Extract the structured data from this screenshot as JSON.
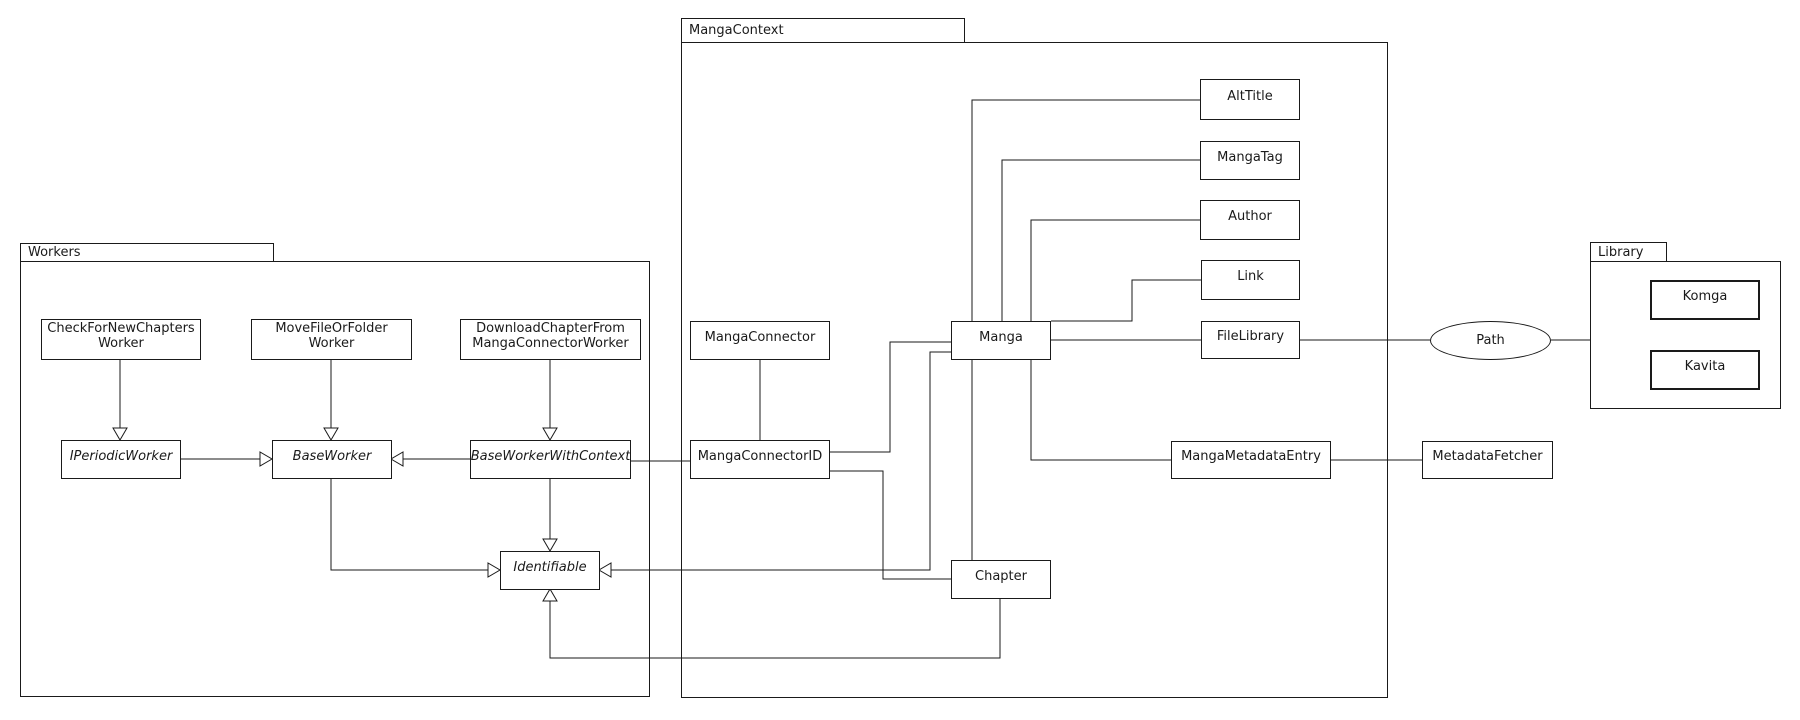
{
  "packages": {
    "workers": {
      "label": "Workers"
    },
    "mangaContext": {
      "label": "MangaContext"
    },
    "library": {
      "label": "Library"
    }
  },
  "nodes": {
    "checkForNewChaptersWorker": {
      "lines": [
        "CheckForNewChapters",
        "Worker"
      ]
    },
    "moveFileOrFolderWorker": {
      "lines": [
        "MoveFileOrFolder",
        "Worker"
      ]
    },
    "downloadChapterFromMangaConnectorWorker": {
      "lines": [
        "DownloadChapterFrom",
        "MangaConnectorWorker"
      ]
    },
    "iPeriodicWorker": {
      "label": "IPeriodicWorker",
      "abstract": true
    },
    "baseWorker": {
      "label": "BaseWorker",
      "abstract": true
    },
    "baseWorkerWithContext": {
      "label": "BaseWorkerWithContext",
      "abstract": true
    },
    "identifiable": {
      "label": "Identifiable",
      "abstract": true
    },
    "mangaConnector": {
      "label": "MangaConnector"
    },
    "mangaConnectorID": {
      "label": "MangaConnectorID"
    },
    "manga": {
      "label": "Manga"
    },
    "chapter": {
      "label": "Chapter"
    },
    "altTitle": {
      "label": "AltTitle"
    },
    "mangaTag": {
      "label": "MangaTag"
    },
    "author": {
      "label": "Author"
    },
    "link": {
      "label": "Link"
    },
    "fileLibrary": {
      "label": "FileLibrary"
    },
    "mangaMetadataEntry": {
      "label": "MangaMetadataEntry"
    },
    "metadataFetcher": {
      "label": "MetadataFetcher"
    },
    "path": {
      "label": "Path"
    },
    "komga": {
      "label": "Komga"
    },
    "kavita": {
      "label": "Kavita"
    }
  },
  "edges": [
    {
      "from": "CheckForNewChaptersWorker",
      "to": "IPeriodicWorker",
      "type": "inheritance"
    },
    {
      "from": "MoveFileOrFolderWorker",
      "to": "BaseWorker",
      "type": "inheritance"
    },
    {
      "from": "DownloadChapterFromMangaConnectorWorker",
      "to": "BaseWorkerWithContext",
      "type": "inheritance"
    },
    {
      "from": "IPeriodicWorker",
      "to": "BaseWorker",
      "type": "inheritance"
    },
    {
      "from": "BaseWorkerWithContext",
      "to": "BaseWorker",
      "type": "inheritance"
    },
    {
      "from": "BaseWorker",
      "to": "Identifiable",
      "type": "inheritance"
    },
    {
      "from": "BaseWorkerWithContext",
      "to": "Identifiable",
      "type": "inheritance"
    },
    {
      "from": "Manga",
      "to": "Identifiable",
      "type": "inheritance"
    },
    {
      "from": "Chapter",
      "to": "Identifiable",
      "type": "inheritance"
    },
    {
      "from": "MangaConnector",
      "to": "MangaConnectorID",
      "type": "association"
    },
    {
      "from": "BaseWorkerWithContext",
      "to": "MangaConnectorID",
      "type": "association"
    },
    {
      "from": "MangaConnectorID",
      "to": "Manga",
      "type": "association"
    },
    {
      "from": "MangaConnectorID",
      "to": "Chapter",
      "type": "association"
    },
    {
      "from": "Manga",
      "to": "Chapter",
      "type": "association"
    },
    {
      "from": "Manga",
      "to": "AltTitle",
      "type": "association"
    },
    {
      "from": "Manga",
      "to": "MangaTag",
      "type": "association"
    },
    {
      "from": "Manga",
      "to": "Author",
      "type": "association"
    },
    {
      "from": "Manga",
      "to": "Link",
      "type": "association"
    },
    {
      "from": "Manga",
      "to": "FileLibrary",
      "type": "association"
    },
    {
      "from": "FileLibrary",
      "to": "Path",
      "type": "association"
    },
    {
      "from": "Path",
      "to": "Library",
      "type": "association"
    },
    {
      "from": "Manga",
      "to": "MangaMetadataEntry",
      "type": "association"
    },
    {
      "from": "MangaMetadataEntry",
      "to": "MetadataFetcher",
      "type": "association"
    }
  ],
  "colors": {
    "stroke": "#1a1a1a",
    "background": "#ffffff"
  }
}
